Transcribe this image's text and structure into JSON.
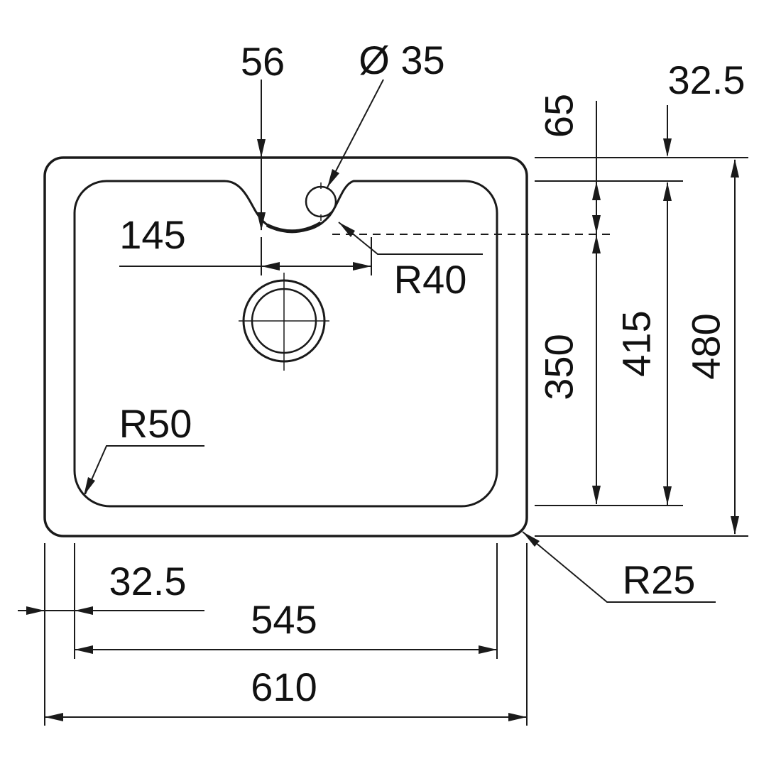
{
  "colors": {
    "line": "#1a1a1a",
    "background": "#ffffff",
    "text": "#111111"
  },
  "labels": {
    "tap_offset": "56",
    "tap_hole_diameter": "Ø 35",
    "top_rim_width": "32.5",
    "edge_to_recess": "65",
    "recess_width": "145",
    "recess_radius": "R40",
    "recess_to_bowl_bottom": "350",
    "bowl_length": "415",
    "overall_length": "480",
    "bowl_corner_radius": "R50",
    "side_rim_width": "32.5",
    "bowl_width": "545",
    "overall_width": "610",
    "outer_corner_radius": "R25"
  }
}
